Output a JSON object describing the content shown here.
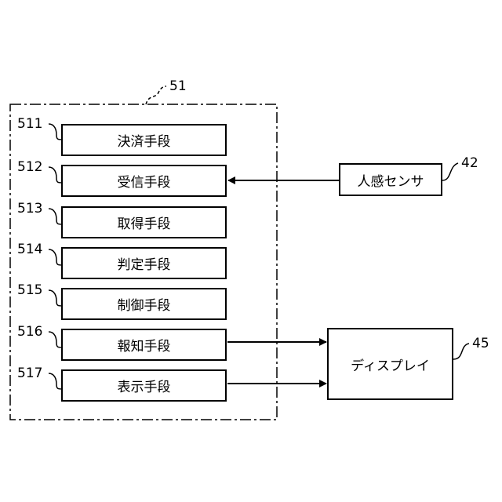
{
  "container": {
    "ref": "51"
  },
  "modules": [
    {
      "ref": "511",
      "label": "決済手段"
    },
    {
      "ref": "512",
      "label": "受信手段"
    },
    {
      "ref": "513",
      "label": "取得手段"
    },
    {
      "ref": "514",
      "label": "判定手段"
    },
    {
      "ref": "515",
      "label": "制御手段"
    },
    {
      "ref": "516",
      "label": "報知手段"
    },
    {
      "ref": "517",
      "label": "表示手段"
    }
  ],
  "sensor": {
    "ref": "42",
    "label": "人感センサ"
  },
  "display": {
    "ref": "45",
    "label": "ディスプレイ"
  }
}
